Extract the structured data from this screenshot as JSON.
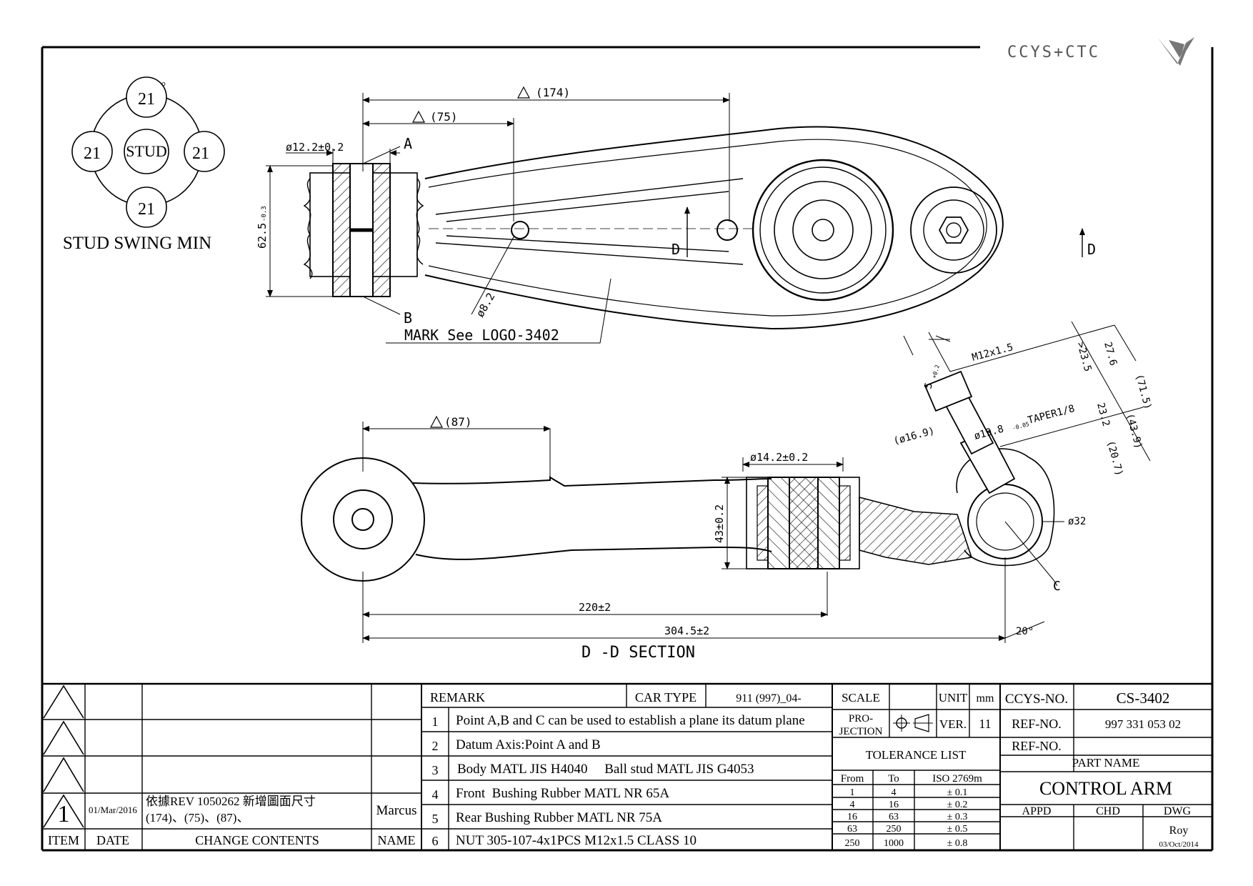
{
  "logo": {
    "text": "CCYS+CTC"
  },
  "swing": {
    "top": "21",
    "left": "21",
    "right": "21",
    "bottom": "21",
    "center": "STUD",
    "deg": "°",
    "caption": "STUD SWING MIN"
  },
  "top_view": {
    "dim_174": "(174)",
    "dim_75": "(75)",
    "dim_dia122": "ø12.2±0.2",
    "dim_625": "62.5",
    "dim_625_tol": "-0.3",
    "label_a": "A",
    "label_b": "B",
    "dim_dia82": "ø8.2",
    "mark": "MARK See LOGO-3402",
    "section_d1": "D",
    "section_d2": "D"
  },
  "section_view": {
    "dim_87": "(87)",
    "dim_dia142": "ø14.2±0.2",
    "dim_43": "43±0.2",
    "dim_220": "220±2",
    "dim_3045": "304.5±2",
    "dim_m12": "M12x1.5",
    "dim_5": "5",
    "dim_5_tol": "+0.2",
    "dim_235": ">23.5",
    "dim_276": "27.6",
    "dim_715": "(71.5)",
    "dim_dia169": "(ø16.9)",
    "dim_dia198": "ø19.8",
    "dim_dia198_tol": "-0.05",
    "dim_taper": "TAPER1/8",
    "dim_232": "23.2",
    "dim_439": "(43.9)",
    "dim_207": "(20.7)",
    "dim_dia32": "ø32",
    "label_c": "C",
    "dim_20": "20°",
    "title": "D -D SECTION"
  },
  "revision": {
    "rows": [
      {
        "item": "",
        "date": "",
        "content": "",
        "name": ""
      },
      {
        "item": "",
        "date": "",
        "content": "",
        "name": ""
      },
      {
        "item": "",
        "date": "",
        "content": "",
        "name": ""
      },
      {
        "item": "1",
        "date": "01/Mar/2016",
        "content": "依據REV 1050262  新增圖面尺寸",
        "content2": "(174)、(75)、(87)、",
        "name": "Marcus"
      }
    ],
    "headers": {
      "item": "ITEM",
      "date": "DATE",
      "content": "CHANGE CONTENTS",
      "name": "NAME"
    }
  },
  "remark": {
    "label": "REMARK",
    "car_type_label": "CAR TYPE",
    "car_type": "911 (997)_04-",
    "items": [
      {
        "no": "1",
        "text": "Point A,B and C can be used to establish a plane its datum plane"
      },
      {
        "no": "2",
        "text": "Datum Axis:Point A and B"
      },
      {
        "no": "3",
        "text": "Body MATL JIS H4040     Ball stud MATL JIS G4053"
      },
      {
        "no": "4",
        "text": "Front  Bushing Rubber MATL NR 65A"
      },
      {
        "no": "5",
        "text": "Rear Bushing Rubber MATL NR 75A"
      },
      {
        "no": "6",
        "text": "NUT 305-107-4x1PCS M12x1.5 CLASS 10"
      }
    ]
  },
  "spec": {
    "scale_label": "SCALE",
    "unit_label": "UNIT",
    "unit": "mm",
    "projection_label1": "PRO-",
    "projection_label2": "JECTION",
    "ver_label": "VER.",
    "ver": "11",
    "tol_title": "TOLERANCE LIST",
    "tol_headers": {
      "from": "From",
      "to": "To",
      "iso": "ISO 2769m"
    },
    "tol_rows": [
      {
        "from": "1",
        "to": "4",
        "tol": "± 0.1"
      },
      {
        "from": "4",
        "to": "16",
        "tol": "± 0.2"
      },
      {
        "from": "16",
        "to": "63",
        "tol": "± 0.3"
      },
      {
        "from": "63",
        "to": "250",
        "tol": "± 0.5"
      },
      {
        "from": "250",
        "to": "1000",
        "tol": "± 0.8"
      }
    ]
  },
  "title_block": {
    "ccys_label": "CCYS-NO.",
    "ccys_no": "CS-3402",
    "ref_label": "REF-NO.",
    "ref_no": "997 331 053 02",
    "ref_label2": "REF-NO.",
    "ref_no2": "",
    "part_name_label": "PART NAME",
    "part_name": "CONTROL ARM",
    "appd": "APPD",
    "chd": "CHD",
    "dwg": "DWG",
    "drawer": "Roy",
    "date": "03/Oct/2014"
  }
}
